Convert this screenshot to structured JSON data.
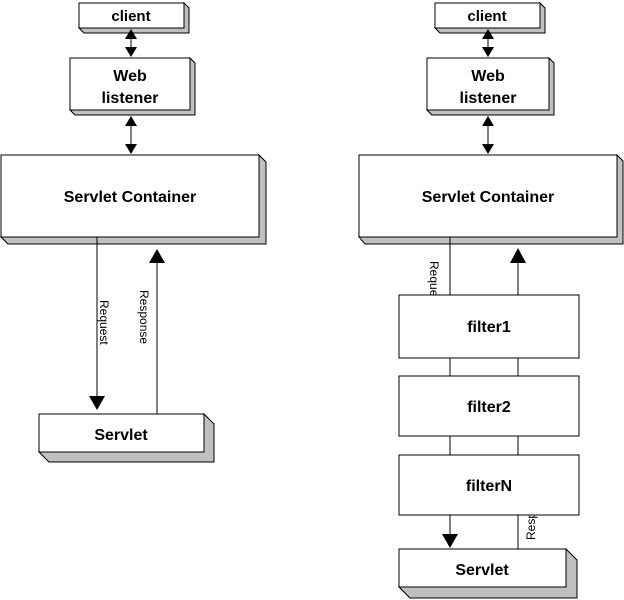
{
  "left_diagram": {
    "client_label": "client",
    "web_listener_line1": "Web",
    "web_listener_line2": "listener",
    "container_label": "Servlet Container",
    "request_label": "Request",
    "response_label": "Response",
    "servlet_label": "Servlet"
  },
  "right_diagram": {
    "client_label": "client",
    "web_listener_line1": "Web",
    "web_listener_line2": "listener",
    "container_label": "Servlet Container",
    "request_label": "Request",
    "response_label": "Response",
    "filters": [
      "filter1",
      "filter2",
      "filterN"
    ],
    "servlet_label": "Servlet"
  },
  "colors": {
    "background": "#ffffff",
    "box_fill": "#ffffff",
    "shadow_fill": "#c0c0c0",
    "line": "#000000",
    "text": "#000000"
  }
}
